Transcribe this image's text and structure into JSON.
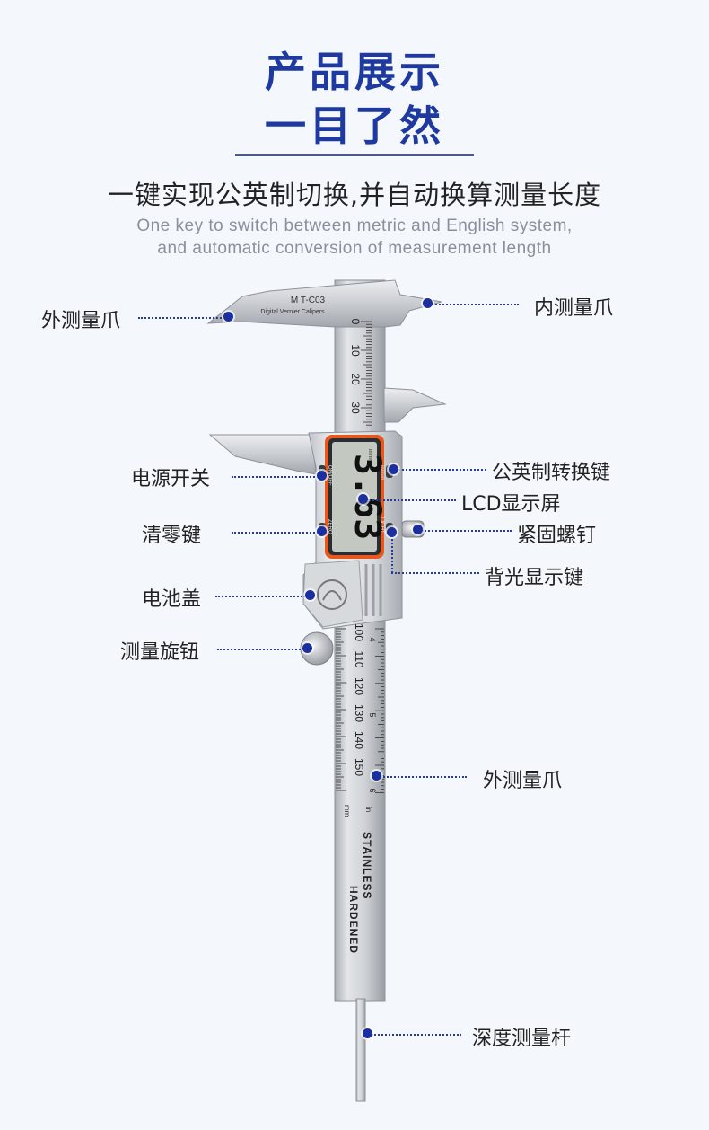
{
  "header": {
    "title_line1": "产品展示",
    "title_line2": "一目了然",
    "subtitle": "一键实现公英制切换,并自动换算测量长度",
    "subtitle_en_line1": "One key to switch between metric and English system,",
    "subtitle_en_line2": "and automatic conversion of measurement length"
  },
  "caliper": {
    "model": "M T-C03",
    "model_desc": "Digital Vernier Calipers",
    "display_value": "3.63",
    "display_unit": "mm",
    "btn_onoff": "ON/OFF",
    "btn_zero": "ZERO",
    "btn_inmm": "in/mm",
    "btn_light": "LIGHT",
    "scale_top": [
      "0",
      "10",
      "20",
      "30"
    ],
    "scale_bottom": [
      "100",
      "110",
      "120",
      "130",
      "140",
      "150"
    ],
    "scale_unit_mm": "mm",
    "scale_unit_in": "in",
    "inch_marks": [
      "4",
      "5",
      "6"
    ],
    "marking_1": "STAINLESS",
    "marking_2": "HARDENED"
  },
  "labels": {
    "outer_jaw_top": "外测量爪",
    "inner_jaw": "内测量爪",
    "power_switch": "电源开关",
    "unit_switch": "公英制转换键",
    "lcd_screen": "LCD显示屏",
    "zero_key": "清零键",
    "lock_screw": "紧固螺钉",
    "backlight_key": "背光显示键",
    "battery_cover": "电池盖",
    "thumb_wheel": "测量旋钮",
    "outer_jaw_bottom": "外测量爪",
    "depth_rod": "深度测量杆"
  },
  "colors": {
    "title": "#1e3aa0",
    "accent_dot": "#1c2f9e",
    "bezel": "#e8571c"
  }
}
